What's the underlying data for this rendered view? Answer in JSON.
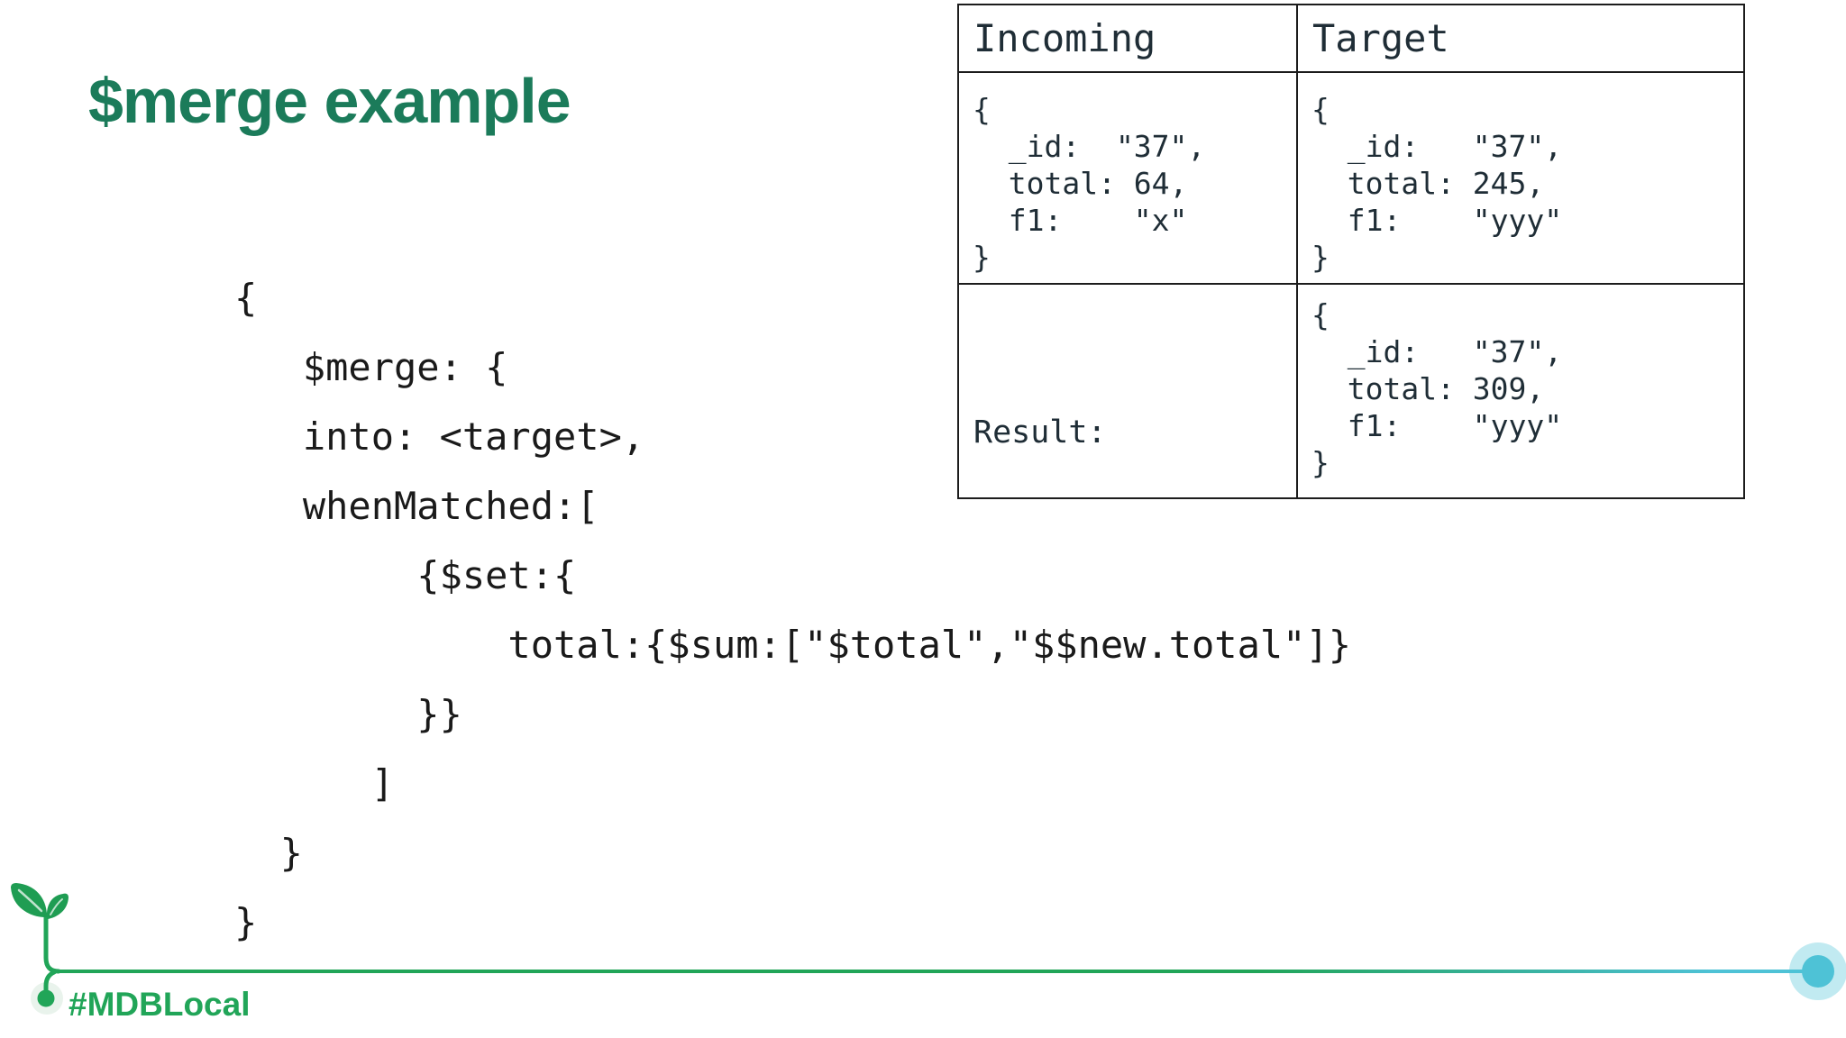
{
  "slide": {
    "title": "$merge example",
    "hashtag": "#MDBLocal"
  },
  "code": {
    "lines": [
      "{",
      "   $merge: {",
      "   into: <target>,",
      "   whenMatched:[",
      "        {$set:{",
      "            total:{$sum:[\"$total\",\"$$new.total\"]}",
      "        }}",
      "      ]",
      "  }",
      "}"
    ]
  },
  "table": {
    "headers": [
      "Incoming",
      "Target"
    ],
    "cells": {
      "incoming_doc": "{\n  _id:  \"37\",\n  total: 64,\n  f1:    \"x\"\n}",
      "target_doc": "{\n  _id:   \"37\",\n  total: 245,\n  f1:    \"yyy\"\n}",
      "result_label": "Result:",
      "result_doc": "{\n  _id:   \"37\",\n  total: 309,\n  f1:    \"yyy\"\n}"
    }
  },
  "icons": {
    "sprout": "sprout-icon",
    "line_end": "teal-dot-icon"
  },
  "colors": {
    "title_green": "#1b7b5a",
    "brand_green": "#21a558",
    "leaf_green": "#1f9d53",
    "accent_teal": "#4ec2d6",
    "table_text": "#1f2d36",
    "code_text": "#1a1a1a",
    "border": "#1c1c1c"
  }
}
